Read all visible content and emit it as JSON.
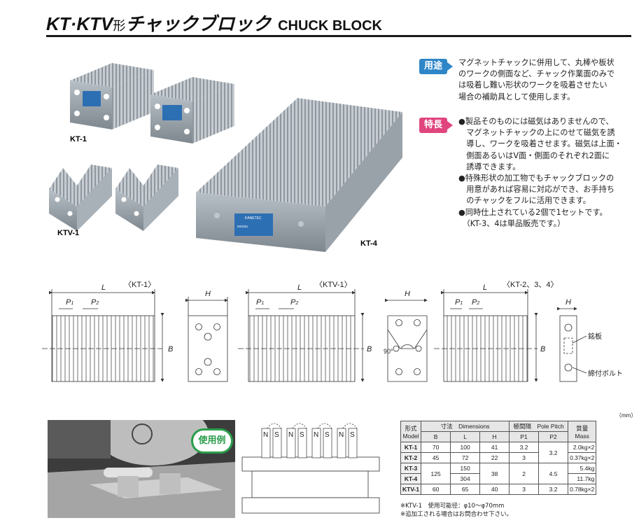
{
  "header": {
    "title_a": "KT·KTV",
    "title_b": "形",
    "title_c": "チャックブロック",
    "title_en": "CHUCK BLOCK"
  },
  "photos": {
    "kt1_label": "KT-1",
    "ktv1_label": "KTV-1",
    "kt4_label": "KT-4",
    "brand": "KANETEC",
    "plate_model": "MODEL"
  },
  "usage": {
    "tag": "用途",
    "lines": [
      "マグネットチャックに併用して、丸棒や板状",
      "のワークの側面など、チャック作業面のみで",
      "は吸着し難い形状のワークを吸着させたい",
      "場合の補助具として使用します。"
    ]
  },
  "features": {
    "tag": "特長",
    "lines": [
      "●製品そのものには磁気はありませんので、",
      "　マグネットチャックの上にのせて磁気を誘",
      "　導し、ワークを吸着させます。磁気は上面・",
      "　側面あるいはV面・側面のそれぞれ2面に",
      "　誘導できます。",
      "●同時仕上されている2個で1セットです。",
      "●特殊形状の加工物でもチャックブロックの",
      "　用意があれば容易に対応ができ、お手持ち",
      "　のチャックをフルに活用できます。",
      "　（KT-3、4は単品販売です。）"
    ]
  },
  "drawings": {
    "kt1_title": "〈KT-1〉",
    "ktv1_title": "〈KTV-1〉",
    "kt234_title": "〈KT-2、3、4〉",
    "L": "L",
    "H": "H",
    "B": "B",
    "P1": "P",
    "P2": "P",
    "sub1": "1",
    "sub2": "2",
    "angle": "90°",
    "label_plate": "銘板",
    "label_bolt": "締付ボルト"
  },
  "usage_example": {
    "badge": "使用例",
    "poles": [
      "N",
      "S",
      "N",
      "S",
      "N",
      "S",
      "N",
      "S"
    ]
  },
  "spec_table": {
    "unit": "（mm）",
    "head": {
      "model_ja": "形式",
      "model_en": "Model",
      "dims": "寸法　Dimensions",
      "pitch": "極間隔　Pole Pitch",
      "mass_ja": "質量",
      "mass_en": "Mass",
      "B": "B",
      "L": "L",
      "H": "H",
      "P1": "P1",
      "P2": "P2"
    },
    "rows": [
      {
        "model": "KT-1",
        "B": "70",
        "L": "100",
        "H": "41",
        "P1": "3.2",
        "P2": "3.2",
        "mass": "2.0kg×2"
      },
      {
        "model": "KT-2",
        "B": "45",
        "L": "72",
        "H": "22",
        "P1": "3",
        "P2": "",
        "mass": "0.37kg×2"
      },
      {
        "model": "KT-3",
        "B": "125",
        "L": "150",
        "H": "38",
        "P1": "2",
        "P2": "4.5",
        "mass": "5.4kg"
      },
      {
        "model": "KT-4",
        "B": "",
        "L": "304",
        "H": "",
        "P1": "",
        "P2": "",
        "mass": "11.7kg"
      },
      {
        "model": "KTV-1",
        "B": "60",
        "L": "65",
        "H": "40",
        "P1": "3",
        "P2": "3.2",
        "mass": "0.78kg×2"
      }
    ],
    "notes": [
      "※KTV-1　使用可能径：φ10～φ70mm",
      "※追加工される場合はお問合わせ下さい。"
    ]
  }
}
